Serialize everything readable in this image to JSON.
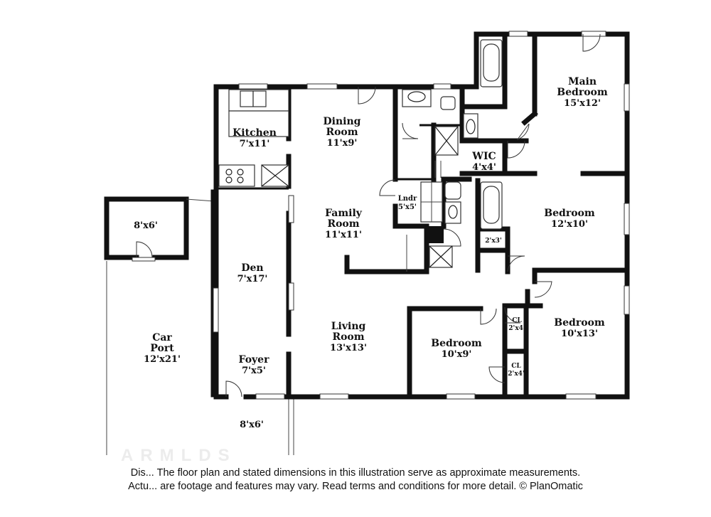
{
  "rooms": {
    "kitchen": {
      "name": "Kitchen",
      "dim": "7'x11'"
    },
    "dining": {
      "name": "Dining Room",
      "dim": "11'x9'"
    },
    "family": {
      "name": "Family Room",
      "dim": "11'x11'"
    },
    "den": {
      "name": "Den",
      "dim": "7'x17'"
    },
    "living": {
      "name": "Living Room",
      "dim": "13'x13'"
    },
    "foyer": {
      "name": "Foyer",
      "dim": "7'x5'"
    },
    "laundry": {
      "name": "Lndr",
      "dim": "5'x5'"
    },
    "wic": {
      "name": "WIC",
      "dim": "4'x4'"
    },
    "main_bedroom": {
      "name": "Main Bedroom",
      "dim": "15'x12'"
    },
    "bedroom_east": {
      "name": "Bedroom",
      "dim": "12'x10'"
    },
    "bedroom_south": {
      "name": "Bedroom",
      "dim": "10'x9'"
    },
    "bedroom_southeast": {
      "name": "Bedroom",
      "dim": "10'x13'"
    },
    "closet_small": {
      "dim": "2'x3'"
    },
    "closet_1": {
      "name": "CL",
      "dim": "2'x4'"
    },
    "closet_2": {
      "name": "CL",
      "dim": "2'x4'"
    },
    "shed": {
      "dim": "8'x6'"
    },
    "carport": {
      "name": "Car Port",
      "dim": "12'x21'"
    },
    "porch": {
      "dim": "8'x6'"
    }
  },
  "disclaimer": {
    "line1": "Dis... The floor plan and stated dimensions in this illustration serve as approximate measurements.",
    "line2": "Actu... are footage and features may vary. Read terms and conditions for more detail. © PlanOmatic"
  }
}
